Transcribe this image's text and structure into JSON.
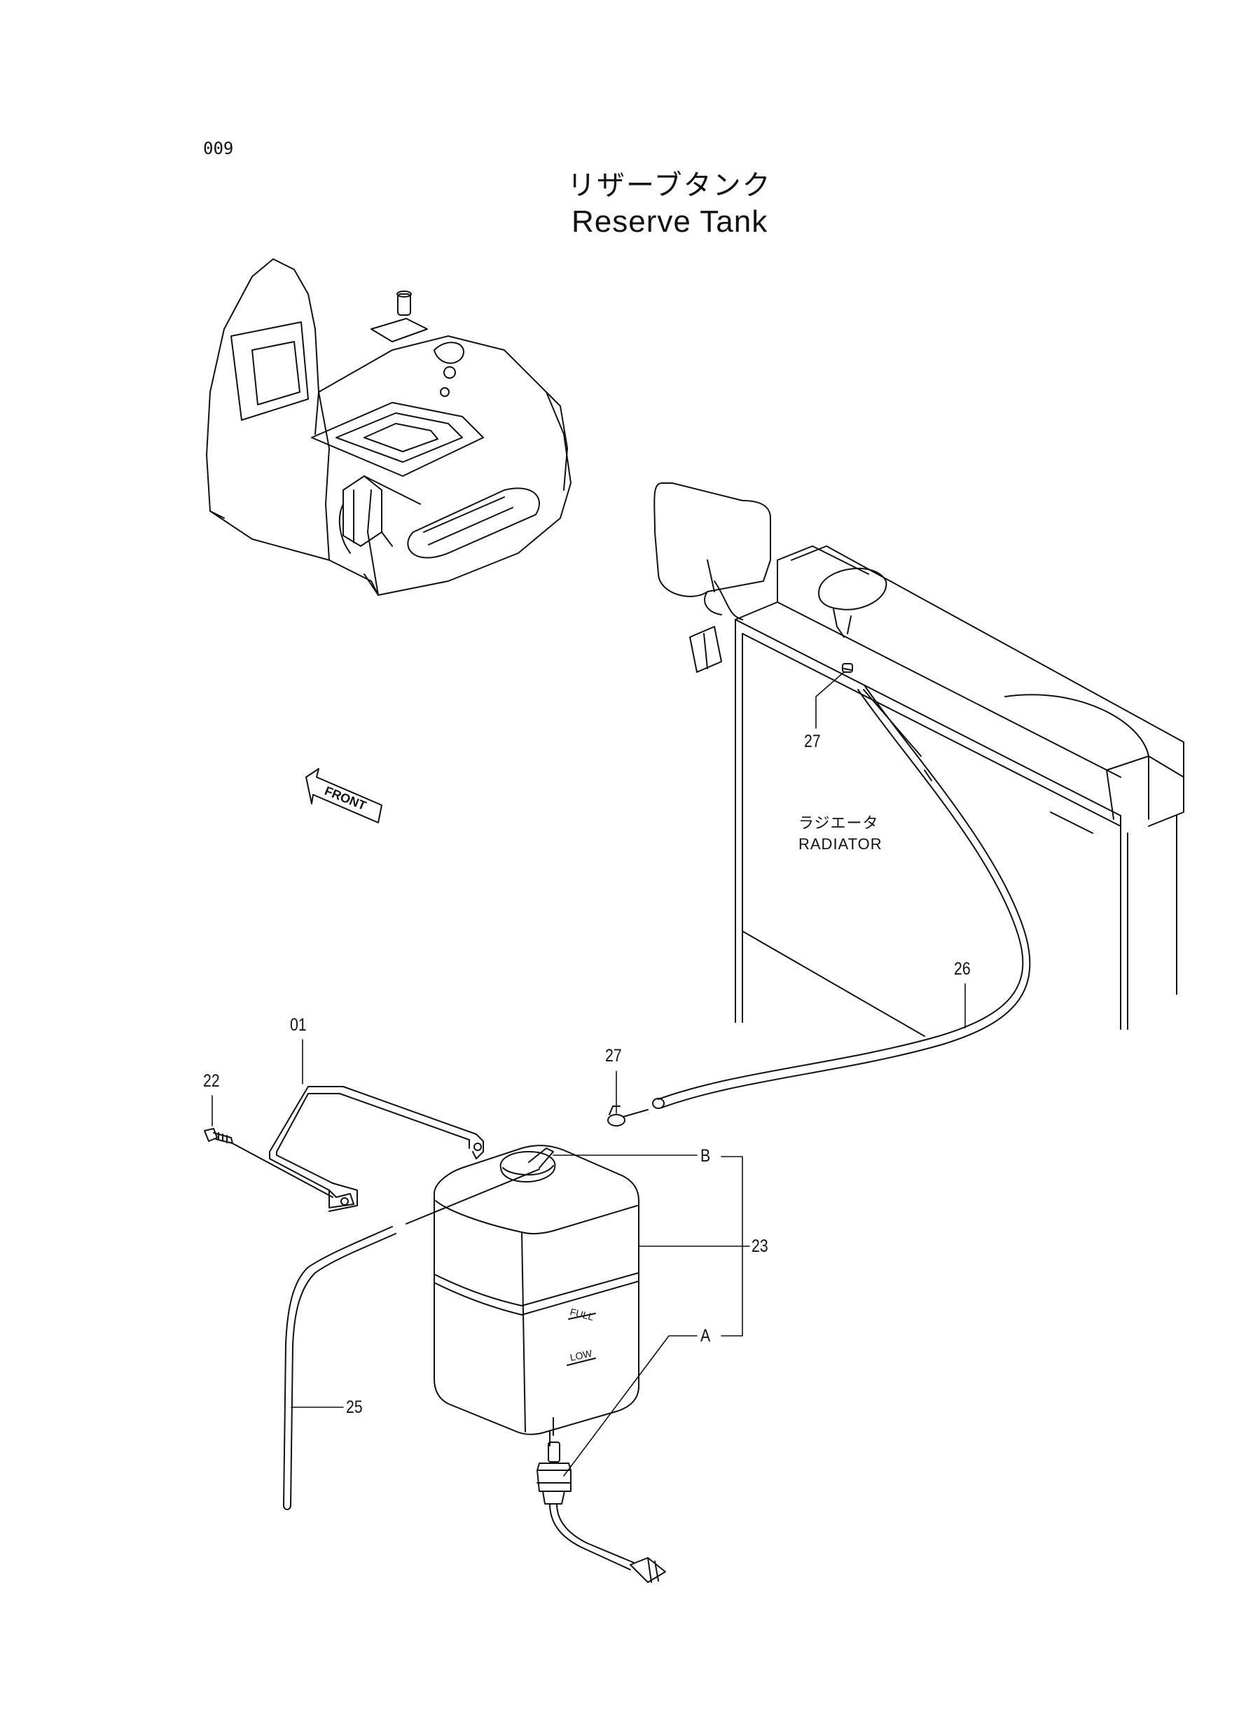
{
  "page_number": "009",
  "title_ja": "リザーブタンク",
  "title_en": "Reserve Tank",
  "radiator_label_ja": "ラジエータ",
  "radiator_label_en": "RADIATOR",
  "front_arrow_label": "FRONT",
  "tank_marks": {
    "full": "FULL",
    "low": "LOW"
  },
  "callouts": {
    "c01": "01",
    "c22": "22",
    "c23": "23",
    "c25": "25",
    "c26": "26",
    "c27_top": "27",
    "c27_mid": "27",
    "cA": "A",
    "cB": "B"
  },
  "colors": {
    "ink": "#111111",
    "paper": "#ffffff"
  }
}
